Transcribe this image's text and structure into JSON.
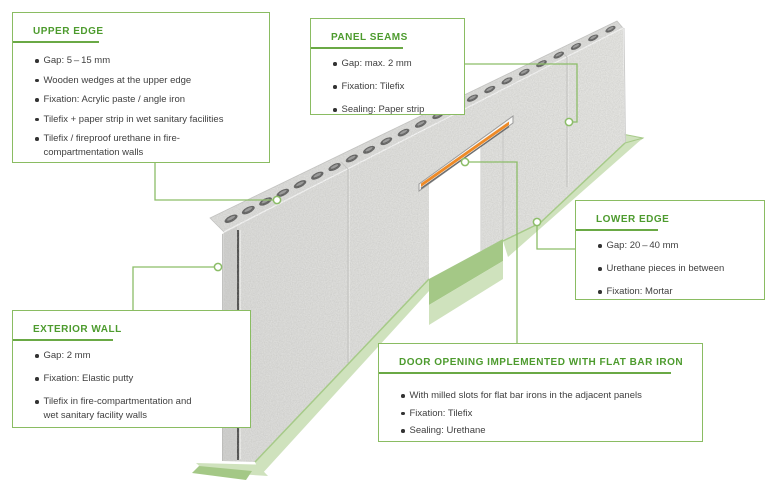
{
  "diagram_subject": "hollow-core wall panel installation details",
  "colors": {
    "accent_green": "#4d9b2e",
    "border_green": "#8abc62",
    "floor_light_green": "#cfe2bd",
    "floor_dark_green": "#a4c886",
    "flat_bar_orange": "#ee8a27"
  },
  "callouts": [
    {
      "title": "UPPER EDGE",
      "items": [
        "Gap: 5 – 15 mm",
        "Wooden wedges at the upper edge",
        "Fixation: Acrylic paste / angle iron",
        "Tilefix +  paper strip in wet sanitary facilities",
        "Tilefix / fireproof urethane in fire-compartmentation walls"
      ]
    },
    {
      "title": "PANEL SEAMS",
      "items": [
        "Gap: max. 2 mm",
        "Fixation: Tilefix",
        "Sealing: Paper strip"
      ]
    },
    {
      "title": "LOWER EDGE",
      "items": [
        "Gap: 20 – 40 mm",
        "Urethane pieces in between",
        "Fixation: Mortar"
      ]
    },
    {
      "title": "EXTERIOR WALL",
      "items": [
        "Gap: 2 mm",
        "Fixation: Elastic putty",
        "Tilefix in fire-compartmentation and wet sanitary facility walls"
      ]
    },
    {
      "title": "DOOR OPENING IMPLEMENTED WITH FLAT BAR IRON",
      "items": [
        "With milled slots for flat bar irons in the adjacent panels",
        "Fixation: Tilefix",
        "Sealing: Urethane"
      ]
    }
  ]
}
